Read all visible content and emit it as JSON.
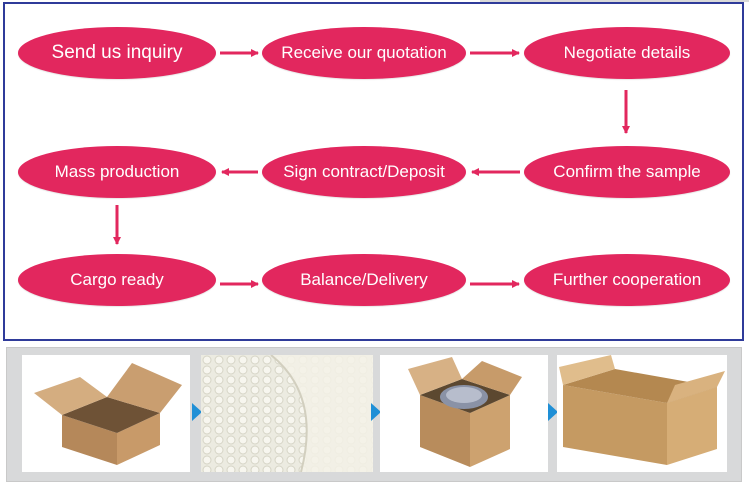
{
  "process": {
    "steps": [
      "Send us inquiry",
      "Receive our quotation",
      "Negotiate details",
      "Confirm the sample",
      "Sign contract/Deposit",
      "Mass production",
      "Cargo ready",
      "Balance/Delivery",
      "Further cooperation"
    ]
  },
  "colors": {
    "step_fill": "#e2275e",
    "step_text": "#ffffff",
    "arrow": "#e2275e",
    "panel_border": "#2f3b9a",
    "strip_background": "#d8d9da",
    "strip_arrow": "#1f8fd6"
  },
  "packaging_images": [
    {
      "icon": "open-cardboard-box-icon"
    },
    {
      "icon": "bubble-wrap-icon"
    },
    {
      "icon": "packed-box-icon"
    },
    {
      "icon": "long-carton-box-icon"
    }
  ]
}
